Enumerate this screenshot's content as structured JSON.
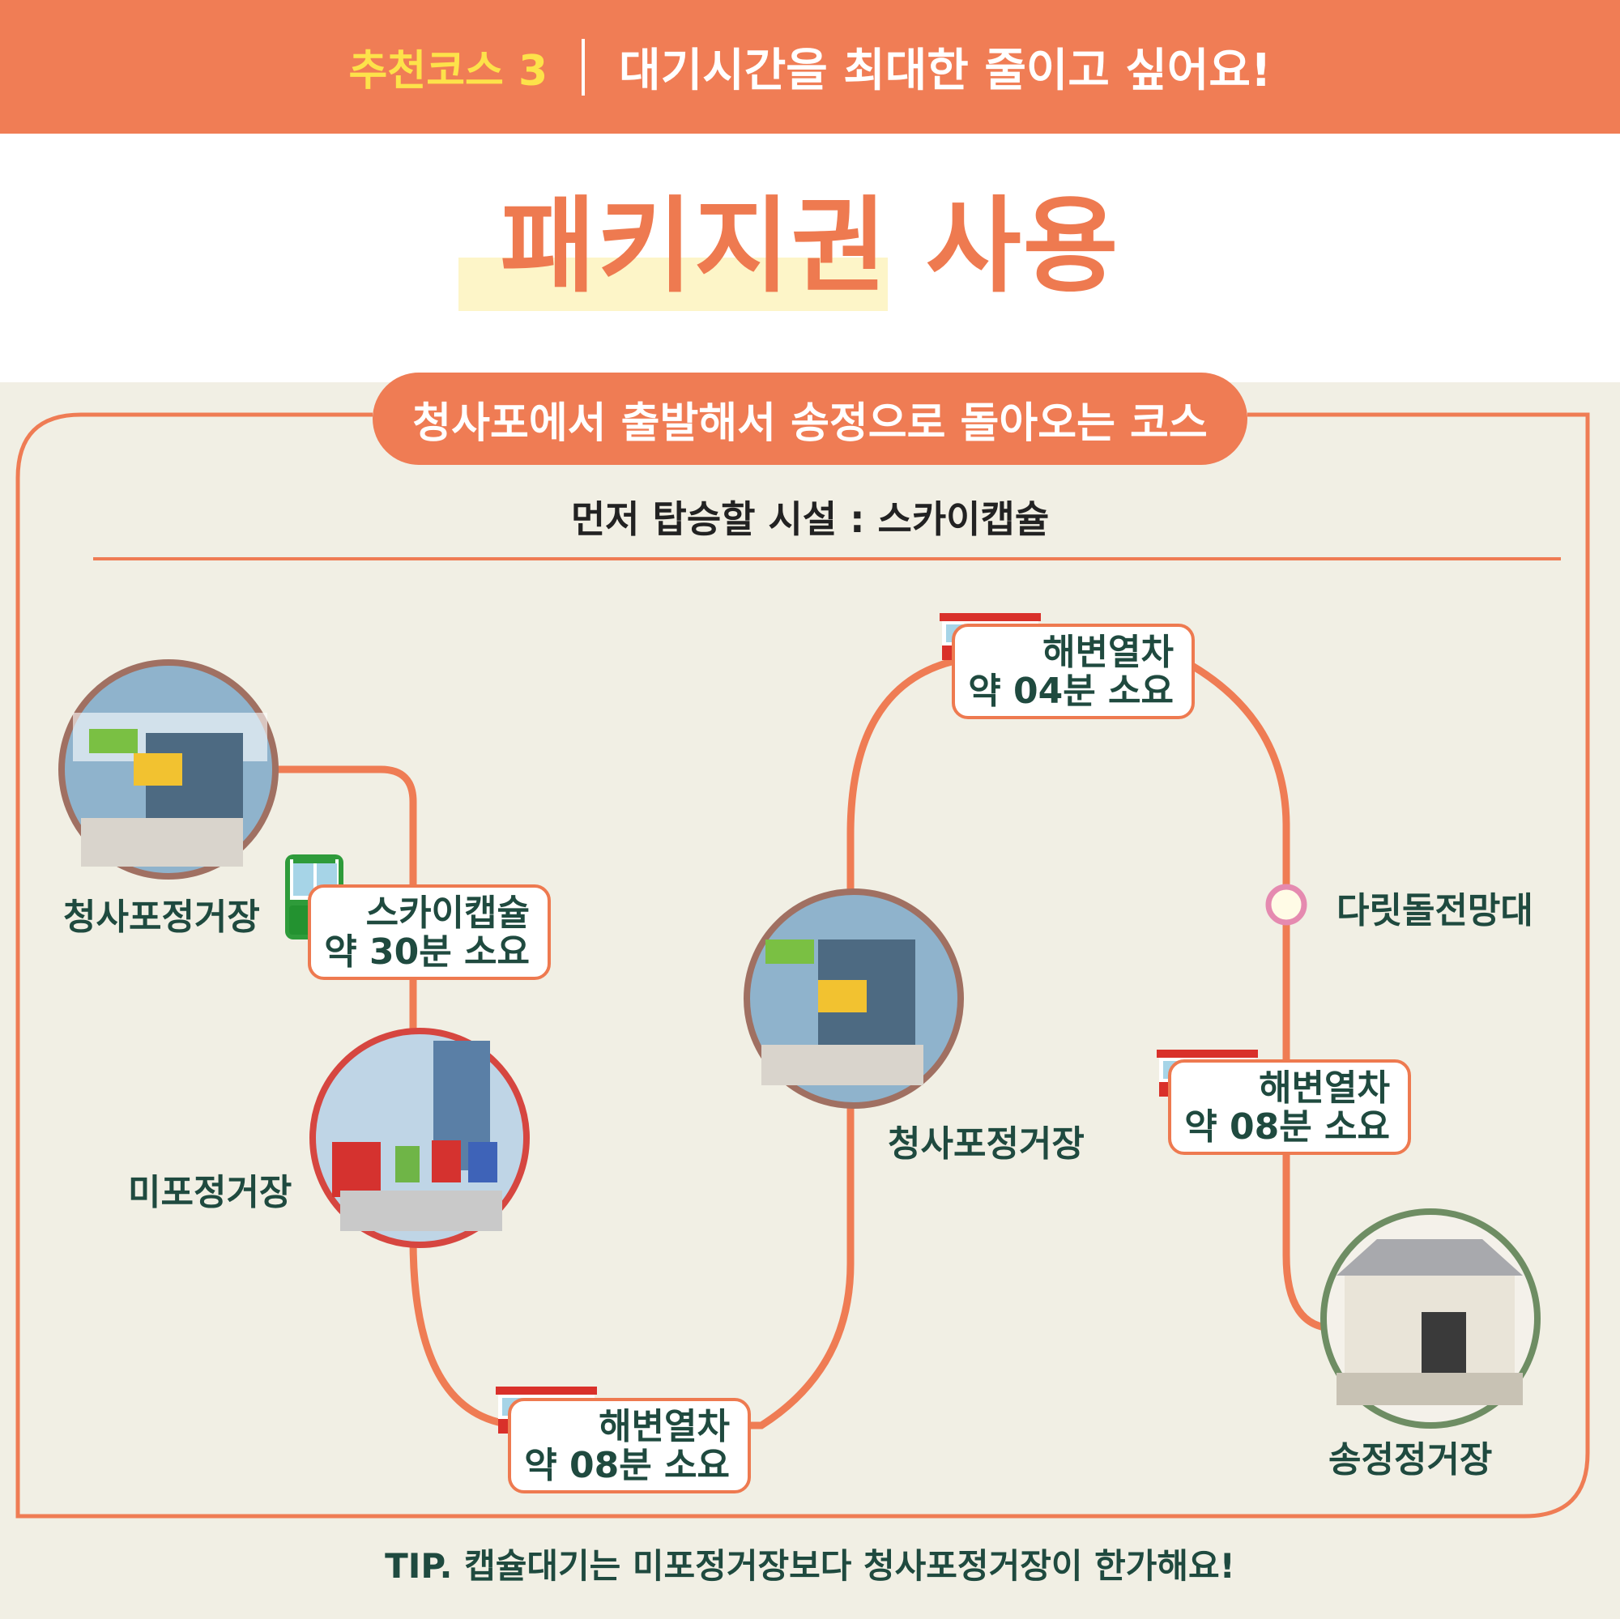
{
  "header": {
    "course": "추천코스 3",
    "subtitle": "대기시간을 최대한 줄이고 싶어요!"
  },
  "main_title": "패키지권 사용",
  "route_banner": {
    "start": "청사포",
    "start_suffix": "에서 출발해서 ",
    "end": "송정",
    "end_suffix": "으로 돌아오는 코스"
  },
  "first_ride": "먼저 탑승할 시설 : 스카이캡슐",
  "stations": {
    "cheongsapo_1": "청사포정거장",
    "mipo": "미포정거장",
    "cheongsapo_2": "청사포정거장",
    "songjeong": "송정정거장",
    "daritdol": "다릿돌전망대"
  },
  "segments": [
    {
      "vehicle": "스카이캡슐",
      "time": "약 30분 소요"
    },
    {
      "vehicle": "해변열차",
      "time": "약 08분 소요"
    },
    {
      "vehicle": "해변열차",
      "time": "약 04분 소요"
    },
    {
      "vehicle": "해변열차",
      "time": "약 08분 소요"
    }
  ],
  "tip": "TIP. 캡슐대기는 미포정거장보다 청사포정거장이 한가해요!",
  "colors": {
    "accent": "#ef7c54",
    "highlight": "#fdf5c8",
    "panel": "#f1efe4",
    "text_dark": "#1f4a3f",
    "course_yellow": "#fde24a"
  }
}
